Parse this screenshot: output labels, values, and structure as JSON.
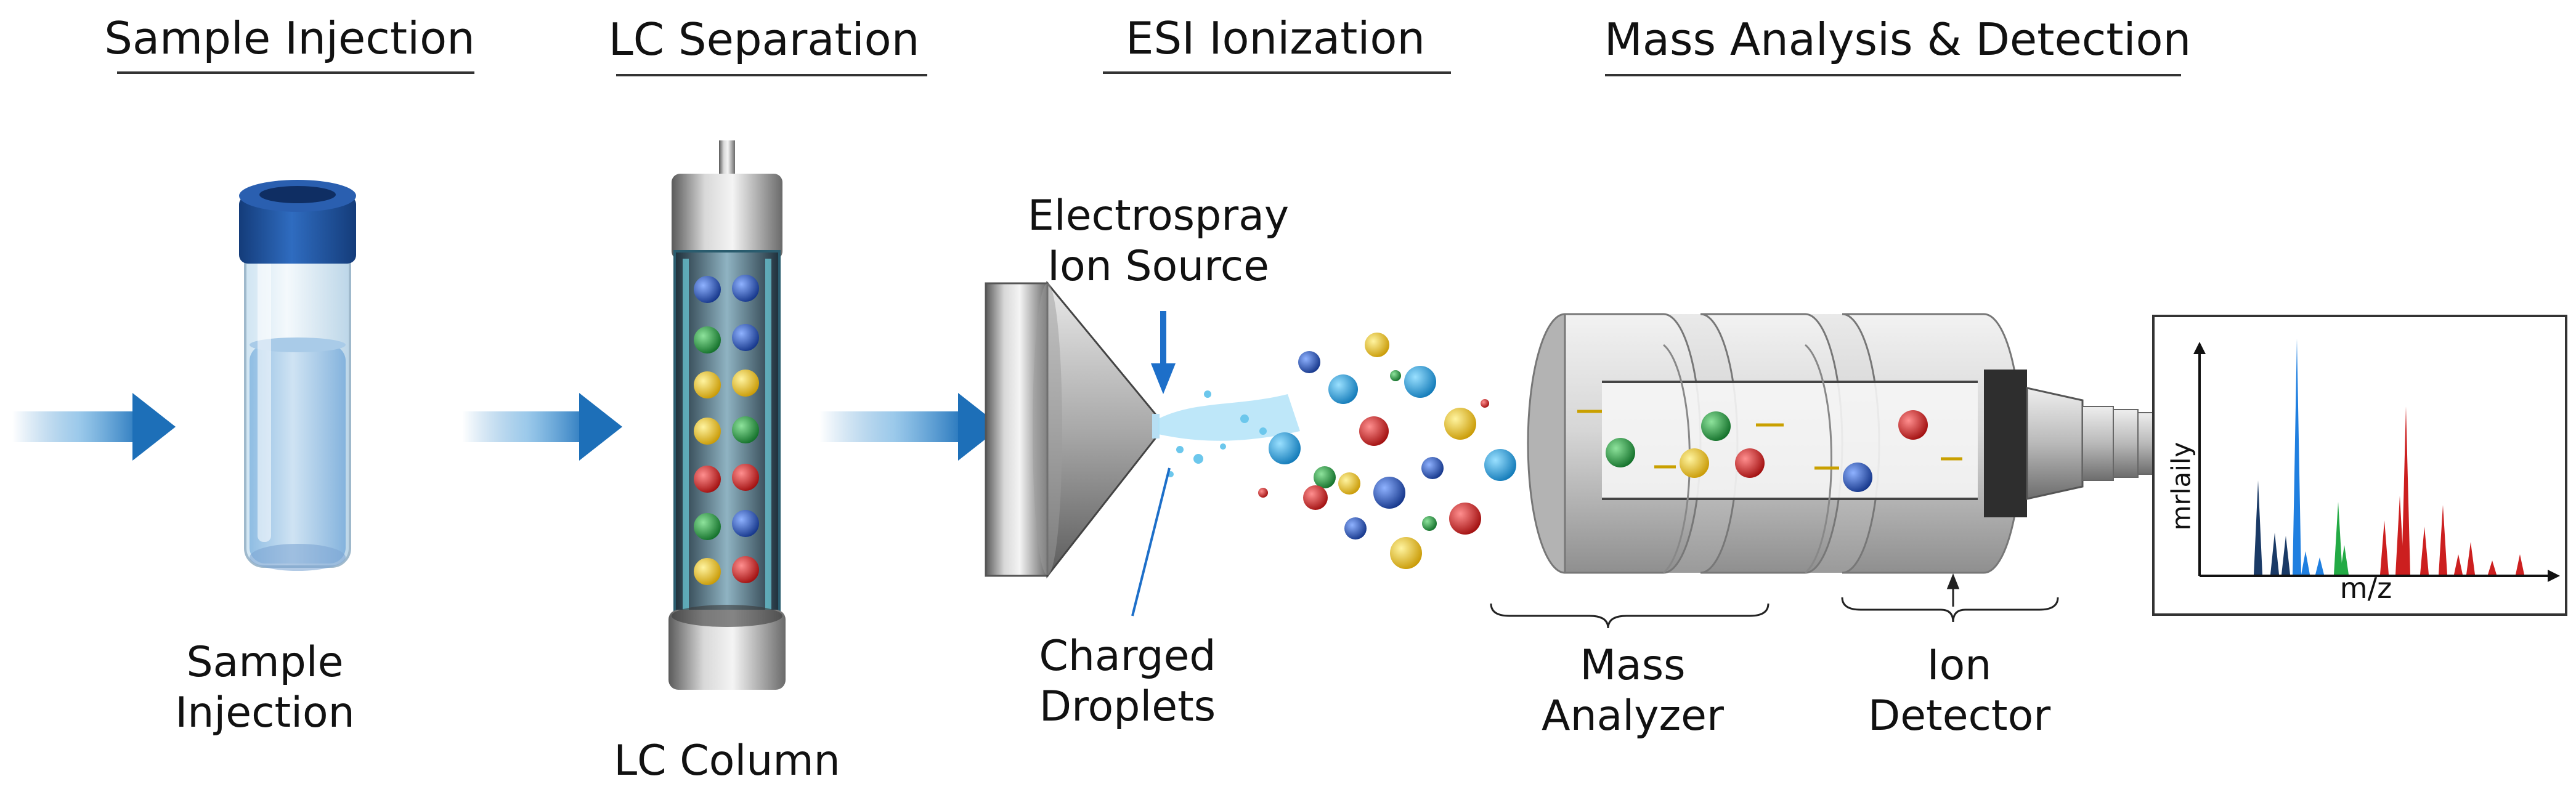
{
  "stages": [
    {
      "title": "Sample Injection"
    },
    {
      "title": "LC Separation"
    },
    {
      "title": "ESI Ionization"
    },
    {
      "title": "Mass Analysis & Detection"
    }
  ],
  "labels": {
    "sample_injection": [
      "Sample",
      "Injection"
    ],
    "lc_column": "LC Column",
    "electrospray": [
      "Electrospray",
      "Ion Source"
    ],
    "charged_droplets": [
      "Charged",
      "Droplets"
    ],
    "mass_analyzer": [
      "Mass",
      "Analyzer"
    ],
    "ion_detector": [
      "Ion",
      "Detector"
    ]
  },
  "spectrum": {
    "xlabel": "m/z",
    "ylabel": "mrlaily"
  },
  "colors": {
    "arrow": "#2a7fc4",
    "vial_cap": "#1f4e99",
    "metal": "#8c8c8c",
    "bead_blue": "#1f4fb0",
    "bead_green": "#1f9b3a",
    "bead_yellow": "#e8c41a",
    "bead_red": "#d42020",
    "peak_blue": "#1f7fe0",
    "peak_red": "#cc1f1f",
    "peak_green": "#22aa44",
    "peak_navy": "#1a3a66"
  }
}
